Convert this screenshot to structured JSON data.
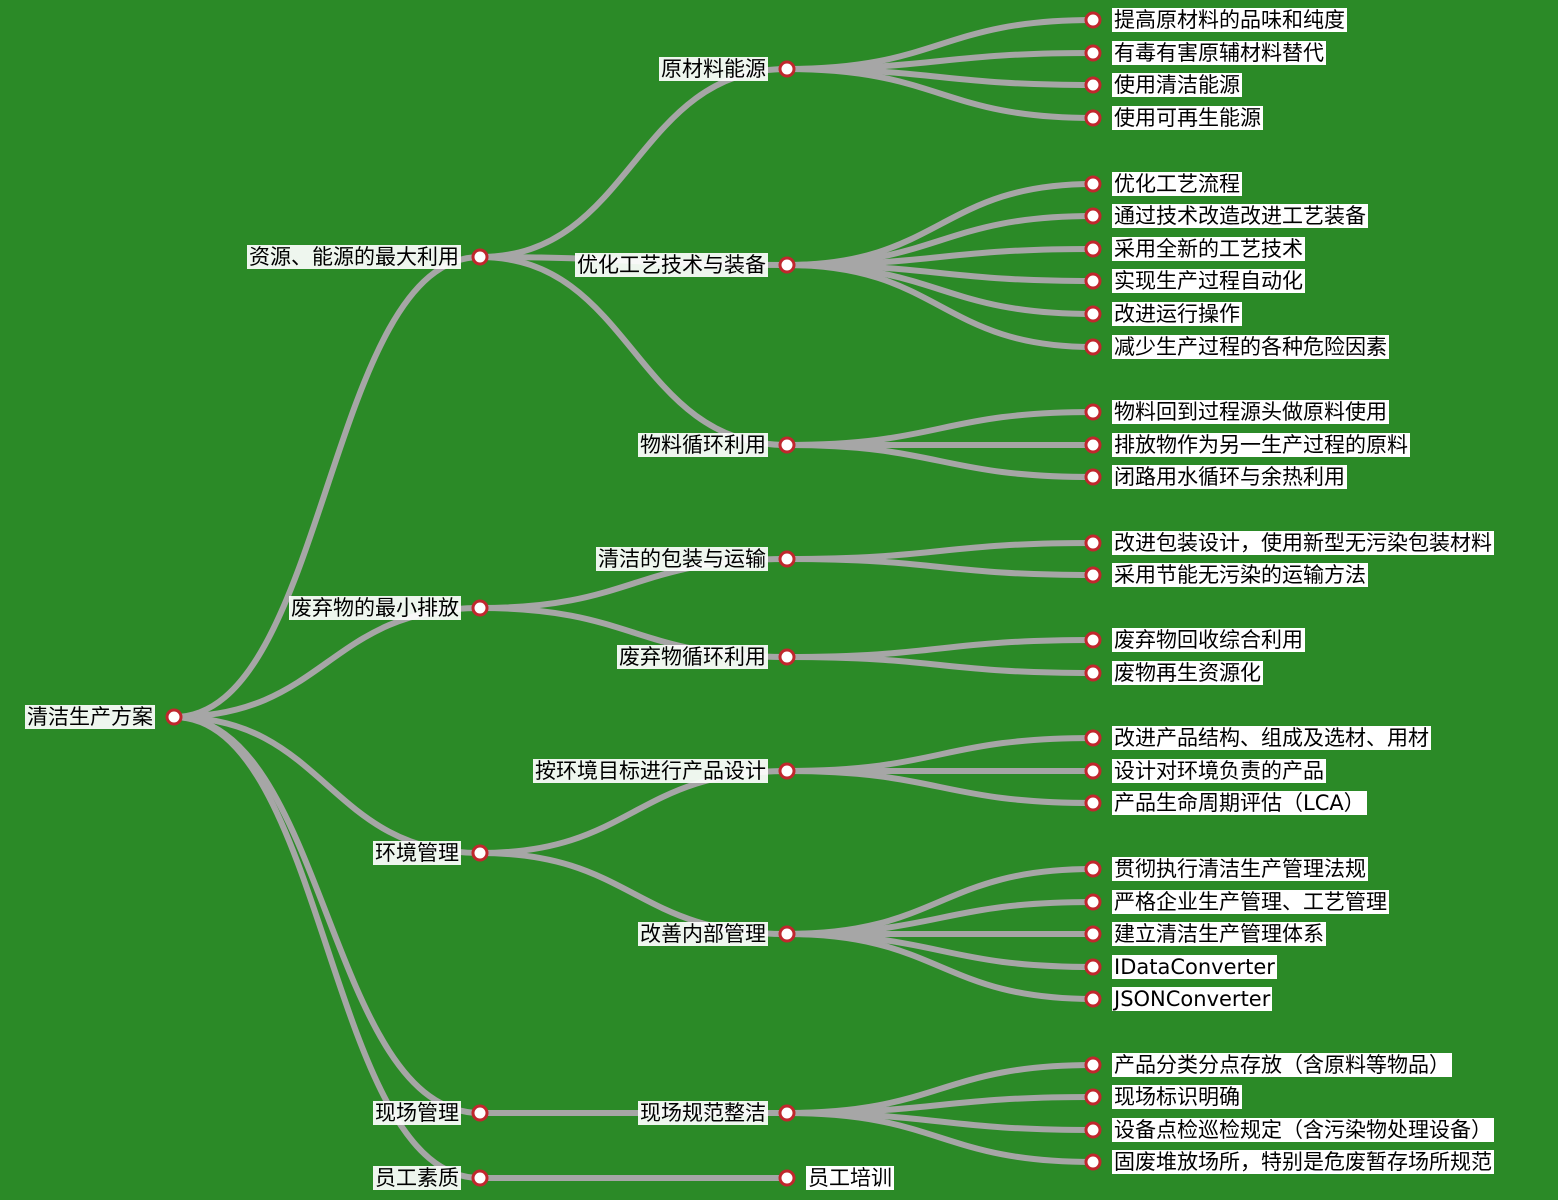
{
  "background": "#2b8a27",
  "link_color": "#a6a6a6",
  "node_stroke": "#c0272d",
  "root": {
    "text": "清洁生产方案",
    "children": [
      {
        "text": "资源、能源的最大利用",
        "children": [
          {
            "text": "原材料能源",
            "children": [
              {
                "text": "提高原材料的品味和纯度"
              },
              {
                "text": "有毒有害原辅材料替代"
              },
              {
                "text": "使用清洁能源"
              },
              {
                "text": "使用可再生能源"
              }
            ]
          },
          {
            "text": "优化工艺技术与装备",
            "children": [
              {
                "text": "优化工艺流程"
              },
              {
                "text": "通过技术改造改进工艺装备"
              },
              {
                "text": "采用全新的工艺技术"
              },
              {
                "text": "实现生产过程自动化"
              },
              {
                "text": "改进运行操作"
              },
              {
                "text": "减少生产过程的各种危险因素"
              }
            ]
          },
          {
            "text": "物料循环利用",
            "children": [
              {
                "text": "物料回到过程源头做原料使用"
              },
              {
                "text": "排放物作为另一生产过程的原料"
              },
              {
                "text": "闭路用水循环与余热利用"
              }
            ]
          }
        ]
      },
      {
        "text": "废弃物的最小排放",
        "children": [
          {
            "text": "清洁的包装与运输",
            "children": [
              {
                "text": "改进包装设计，使用新型无污染包装材料"
              },
              {
                "text": "采用节能无污染的运输方法"
              }
            ]
          },
          {
            "text": "废弃物循环利用",
            "children": [
              {
                "text": "废弃物回收综合利用"
              },
              {
                "text": "废物再生资源化"
              }
            ]
          }
        ]
      },
      {
        "text": "环境管理",
        "children": [
          {
            "text": "按环境目标进行产品设计",
            "children": [
              {
                "text": "改进产品结构、组成及选材、用材"
              },
              {
                "text": "设计对环境负责的产品"
              },
              {
                "text": "产品生命周期评估（LCA）"
              }
            ]
          },
          {
            "text": "改善内部管理",
            "children": [
              {
                "text": "贯彻执行清洁生产管理法规"
              },
              {
                "text": "严格企业生产管理、工艺管理"
              },
              {
                "text": "建立清洁生产管理体系"
              },
              {
                "text": "IDataConverter"
              },
              {
                "text": "JSONConverter"
              }
            ]
          }
        ]
      },
      {
        "text": "现场管理",
        "children": [
          {
            "text": "现场规范整洁",
            "children": [
              {
                "text": "产品分类分点存放（含原料等物品）"
              },
              {
                "text": "现场标识明确"
              },
              {
                "text": "设备点检巡检规定（含污染物处理设备）"
              },
              {
                "text": "固废堆放场所，特别是危废暂存场所规范"
              }
            ]
          }
        ]
      },
      {
        "text": "员工素质",
        "children": [
          {
            "text": "员工培训"
          }
        ]
      }
    ]
  }
}
